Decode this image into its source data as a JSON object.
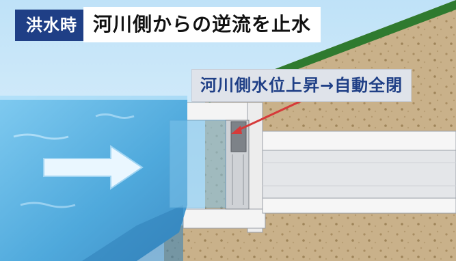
{
  "header": {
    "tag": "洪水時",
    "title": "河川側からの逆流を止水"
  },
  "callout": {
    "text": "河川側水位上昇→自動全閉"
  },
  "colors": {
    "tag_bg": "#1f3f86",
    "water": "#5bb6e6",
    "soil": "#c9b18a",
    "grass": "#2f7a2f",
    "arrow_pointer": "#d63a3a"
  }
}
